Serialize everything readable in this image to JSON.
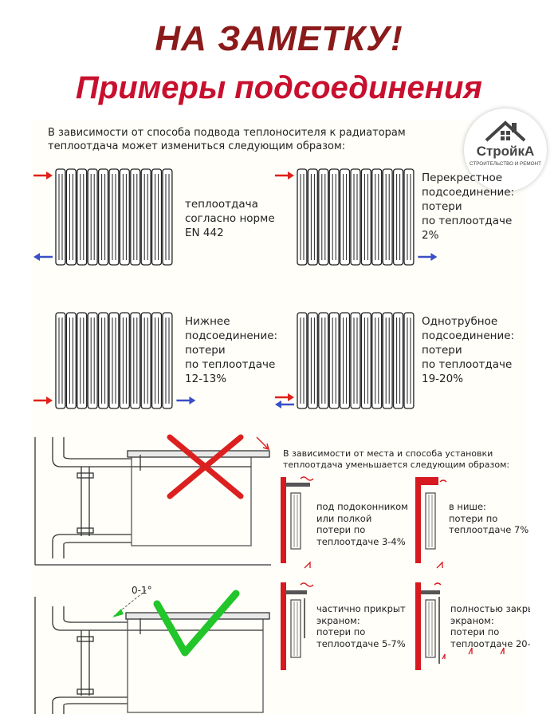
{
  "header": {
    "title": "НА ЗАМЕТКУ!",
    "subtitle": "Примеры подсоединения"
  },
  "logo": {
    "name": "СтройкА",
    "tagline": "СТРОИТЕЛЬСТВО И РЕМОНТ"
  },
  "connections": {
    "intro": [
      "В зависимости от способа подвода теплоносителя к радиаторам",
      "теплоотдача может измениться следующим образом:"
    ],
    "items": [
      {
        "lines": [
          "теплоотдача",
          "согласно норме",
          "EN 442"
        ],
        "inlet": "top-left",
        "outlet": "bottom-left"
      },
      {
        "lines": [
          "Перекрестное",
          "подсоединение:",
          "потери",
          "по теплоотдаче",
          "2%"
        ],
        "inlet": "top-left",
        "outlet": "bottom-right"
      },
      {
        "lines": [
          "Нижнее",
          "подсоединение:",
          "потери",
          "по теплоотдаче",
          "12-13%"
        ],
        "inlet": "bottom-left",
        "outlet": "bottom-right"
      },
      {
        "lines": [
          "Однотрубное",
          "подсоединение:",
          "потери",
          "по теплоотдаче",
          "19-20%"
        ],
        "inlet": "bottom-left",
        "outlet": "bottom-left"
      }
    ]
  },
  "installation": {
    "intro": [
      "В зависимости от места и способа установки",
      "теплоотдача уменьшается следующим образом:"
    ],
    "cases": [
      {
        "lines": [
          "под подоконником",
          "или полкой",
          "потери по",
          "теплоотдаче 3-4%"
        ]
      },
      {
        "lines": [
          "в нише:",
          "потери по",
          "теплоотдаче 7%"
        ]
      },
      {
        "lines": [
          "частично прикрыт",
          "экраном:",
          "потери по",
          "теплоотдаче 5-7%"
        ]
      },
      {
        "lines": [
          "полностью закрыт",
          "экраном:",
          "потери по",
          "теплоотдаче 20-"
        ]
      }
    ]
  },
  "mounting": {
    "angle_label": "0-1°",
    "wrong_mark": "cross",
    "right_mark": "check"
  },
  "colors": {
    "title_dark": "#8b1a1a",
    "title_red": "#c8102e",
    "arrow_in": "#e0201b",
    "arrow_out": "#3a4fc8",
    "wall": "#d71920",
    "check": "#22c52a"
  }
}
